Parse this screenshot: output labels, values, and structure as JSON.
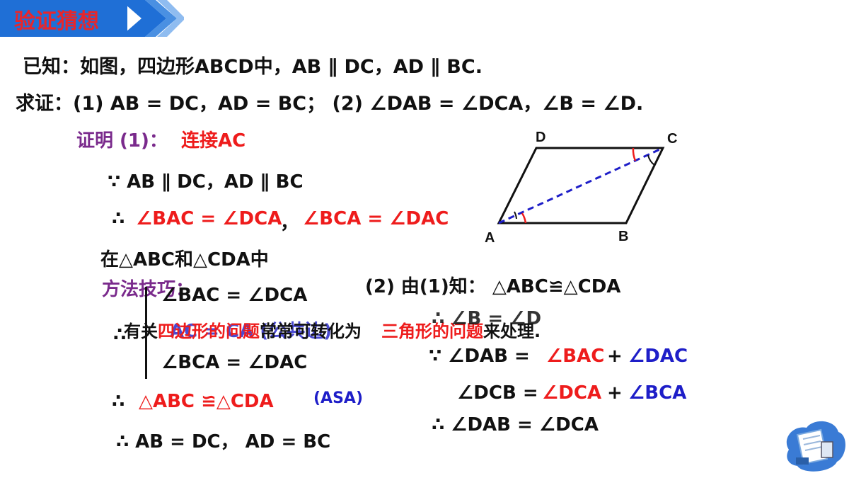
{
  "header": {
    "title": "验证猜想"
  },
  "given": "已知：如图，四边形ABCD中，AB ∥ DC，AD ∥ BC.",
  "prove": "求证：(1) AB = DC，AD = BC；  (2) ∠DAB = ∠DCA，∠B = ∠D.",
  "proof1": {
    "label": "证明 (1)：",
    "step": "连接AC",
    "because": "∵ AB ∥ DC，AD ∥ BC",
    "therefore_symbol": "∴",
    "angle_eq1": "∠BAC = ∠DCA",
    "comma": "，",
    "angle_eq2": "∠BCA = ∠DAC",
    "in_triangles": "在△ABC和△CDA中",
    "cond1": "∠BAC = ∠DCA",
    "cond2_prefix": "∴",
    "cond2": "AC = CA (公共边)",
    "cond3": "∠BCA = ∠DAC",
    "congruent_symbol": "∴",
    "congruent": "△ABC ≌△CDA",
    "asa": "(ASA)",
    "conclusion": "∴ AB = DC，   AD = BC"
  },
  "tip": {
    "label": "方法技巧：",
    "text_a": "有关",
    "text_b": "四边形的问题",
    "text_c": "常常可转化为",
    "text_d": "三角形的问题",
    "text_e": "来处理."
  },
  "proof2": {
    "line1": "(2)  由(1)知：  △ABC≌△CDA",
    "line2": "∴ ∠B = ∠D",
    "because": "∵  ∠DAB =",
    "dab_a": "∠BAC",
    "plus": "+",
    "dab_b": "∠DAC",
    "dcb_label": "∠DCB =",
    "dcb_a": "∠DCA",
    "dcb_b": "∠BCA",
    "conclusion": "∴  ∠DAB = ∠DCA"
  },
  "figure": {
    "label_a": "A",
    "label_b": "B",
    "label_c": "C",
    "label_d": "D"
  },
  "colors": {
    "red": "#ee1c1c",
    "blue": "#1e1ec8",
    "purple": "#7a2a8c",
    "banner": "#1f6fd6"
  }
}
